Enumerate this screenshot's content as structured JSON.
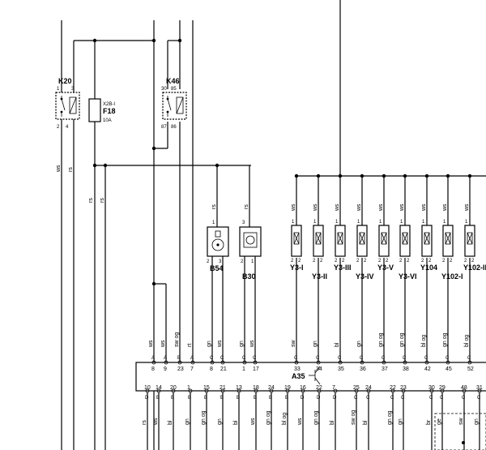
{
  "relays": {
    "k20": {
      "label": "K20",
      "pin_tl": "1",
      "pin_tr": "3",
      "pin_bl": "2",
      "pin_br": "4"
    },
    "k46": {
      "label": "K46",
      "pin_tl": "30",
      "pin_tr": "85",
      "pin_bl": "87",
      "pin_br": "86"
    }
  },
  "fuse": {
    "label": "F18",
    "ref": "X2B-I",
    "rating": "10A"
  },
  "left_wires": {
    "w1": "ws",
    "w2": "rs",
    "w3": "rs",
    "w4": "rs"
  },
  "sensors": [
    {
      "label": "B54",
      "wire": "rs",
      "pin_top": "1",
      "pin_bl": "2",
      "pin_br": "3"
    },
    {
      "label": "B30",
      "wire": "rs",
      "pin_top": "3",
      "pin_bl": "2",
      "pin_br": "1"
    }
  ],
  "valves": [
    {
      "label": "Y3-I",
      "wire": "ws"
    },
    {
      "label": "Y3-II",
      "wire": "ws"
    },
    {
      "label": "Y3-III",
      "wire": "ws"
    },
    {
      "label": "Y3-IV",
      "wire": "ws"
    },
    {
      "label": "Y3-V",
      "wire": "ws"
    },
    {
      "label": "Y3-VI",
      "wire": "ws"
    },
    {
      "label": "Y104",
      "wire": "ws"
    },
    {
      "label": "Y102-I",
      "wire": "ws"
    },
    {
      "label": "Y102-II",
      "wire": "ws"
    }
  ],
  "valve_pins": {
    "top": "1",
    "bl": "2",
    "br": "2"
  },
  "connector": {
    "label": "A35"
  },
  "top_pins": [
    {
      "wire": "ws",
      "letter": "A",
      "num": "8"
    },
    {
      "wire": "ws",
      "letter": "A",
      "num": "9"
    },
    {
      "wire": "sw og",
      "letter": "B",
      "num": "23"
    },
    {
      "wire": "rt",
      "letter": "A",
      "num": "7"
    },
    {
      "wire": "gn",
      "letter": "C",
      "num": "8"
    },
    {
      "wire": "ws",
      "letter": "C",
      "num": "21"
    },
    {
      "wire": "gn",
      "letter": "C",
      "num": "1"
    },
    {
      "wire": "ws",
      "letter": "C",
      "num": "17"
    },
    {
      "wire": "sw",
      "letter": "C",
      "num": "33"
    },
    {
      "wire": "gn",
      "letter": "C",
      "num": "34"
    },
    {
      "wire": "bl",
      "letter": "C",
      "num": "35"
    },
    {
      "wire": "gn",
      "letter": "C",
      "num": "36"
    },
    {
      "wire": "gn og",
      "letter": "C",
      "num": "37"
    },
    {
      "wire": "gn og",
      "letter": "C",
      "num": "38"
    },
    {
      "wire": "bl og",
      "letter": "C",
      "num": "42"
    },
    {
      "wire": "gn og",
      "letter": "C",
      "num": "45"
    },
    {
      "wire": "bl og",
      "letter": "C",
      "num": "52"
    }
  ],
  "bottom_pins": [
    {
      "num": "10",
      "letter": "D",
      "wire": "rs"
    },
    {
      "num": "14",
      "letter": "B",
      "wire": "ws"
    },
    {
      "num": "20",
      "letter": "B",
      "wire": "bl"
    },
    {
      "num": "1",
      "letter": "B",
      "wire": "gn"
    },
    {
      "num": "15",
      "letter": "B",
      "wire": "gn og"
    },
    {
      "num": "21",
      "letter": "B",
      "wire": "gn"
    },
    {
      "num": "13",
      "letter": "B",
      "wire": "bl"
    },
    {
      "num": "18",
      "letter": "B",
      "wire": "ws"
    },
    {
      "num": "24",
      "letter": "B",
      "wire": "gn og"
    },
    {
      "num": "19",
      "letter": "B",
      "wire": "bl og"
    },
    {
      "num": "16",
      "letter": "D",
      "wire": "ws"
    },
    {
      "num": "22",
      "letter": "D",
      "wire": "gn og"
    },
    {
      "num": "7",
      "letter": "D",
      "wire": "bl"
    },
    {
      "num": "25",
      "letter": "C",
      "wire": "sw og"
    },
    {
      "num": "24",
      "letter": "C",
      "wire": "bl"
    },
    {
      "num": "22",
      "letter": "C",
      "wire": "gn og"
    },
    {
      "num": "23",
      "letter": "C",
      "wire": "gn"
    },
    {
      "num": "30",
      "letter": "C",
      "wire": "br"
    },
    {
      "num": "29",
      "letter": "C",
      "wire": "ge"
    },
    {
      "num": "48",
      "letter": "C",
      "wire": "sw"
    },
    {
      "num": "31",
      "letter": "C",
      "wire": "gn"
    }
  ]
}
